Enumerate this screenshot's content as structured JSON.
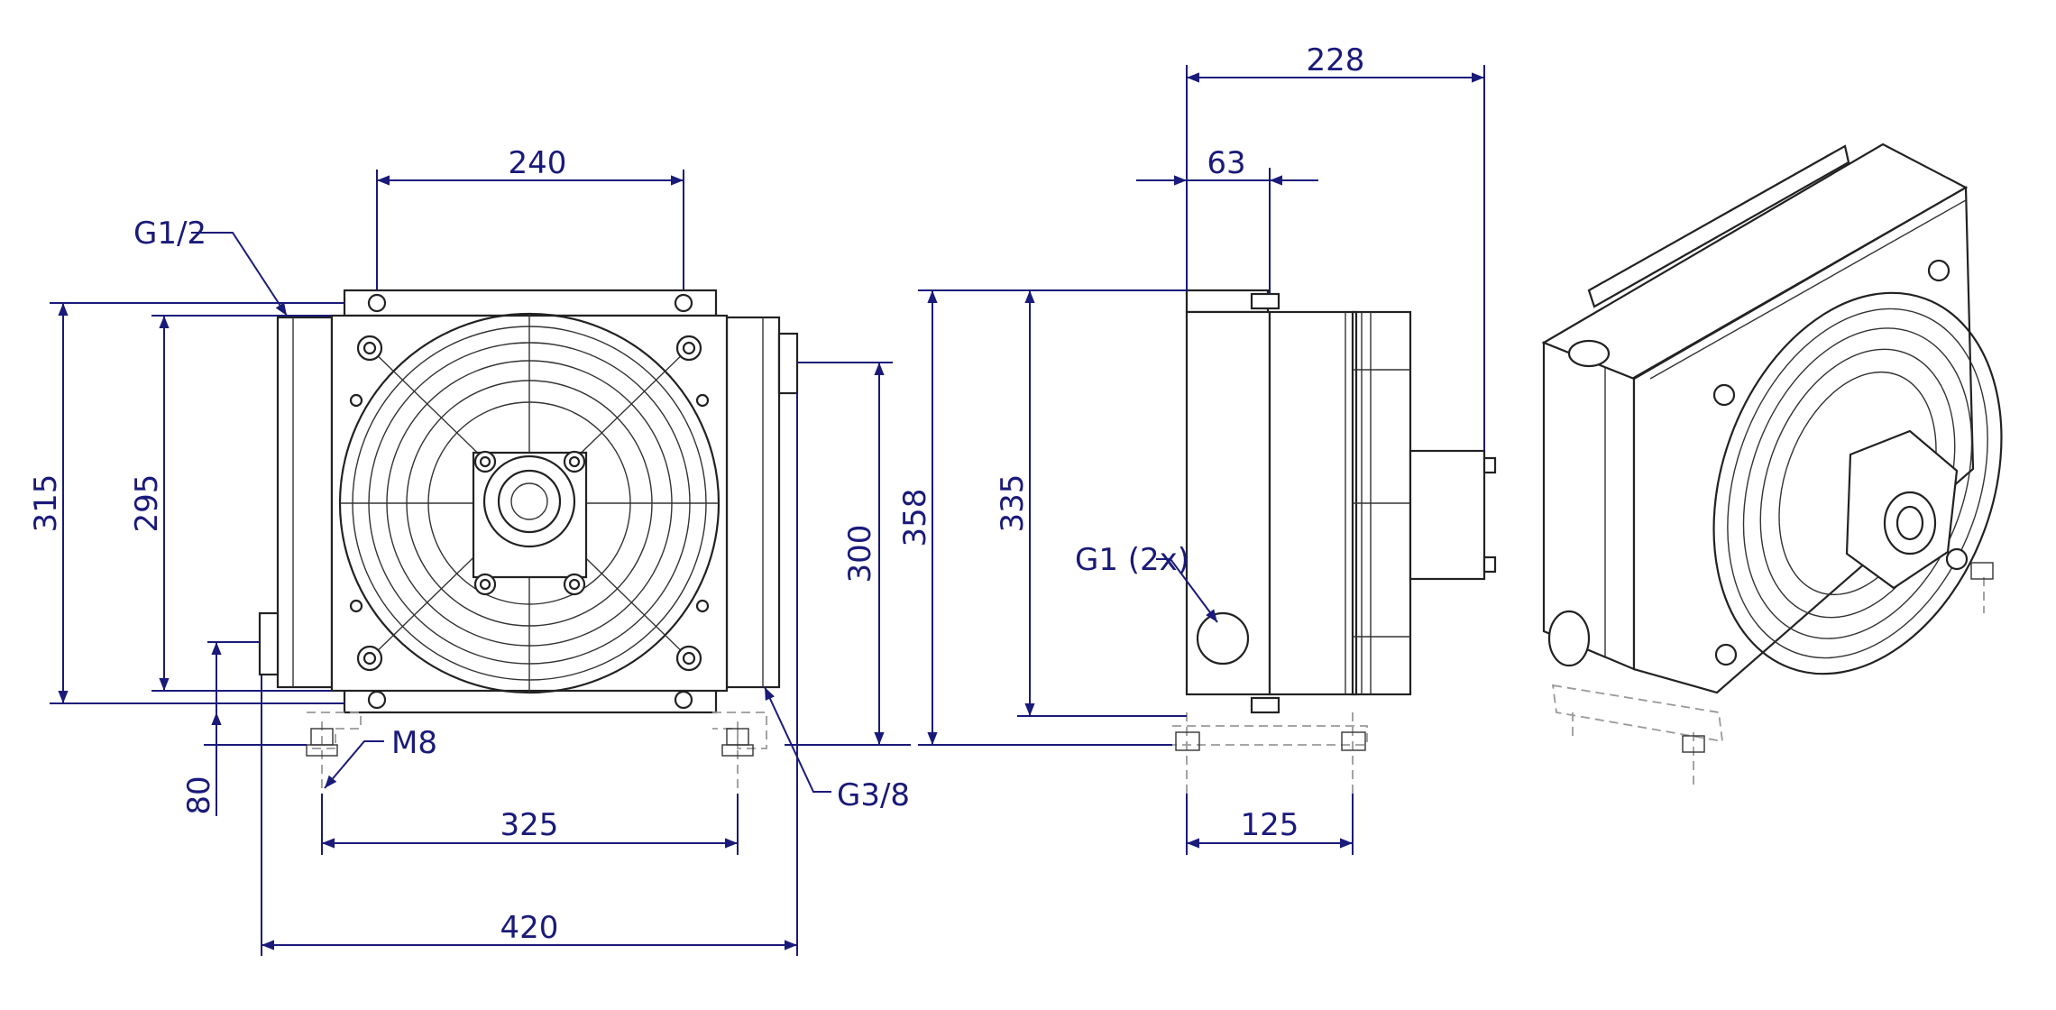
{
  "front_view": {
    "dims": {
      "mount_hole_spacing": "240",
      "fan_side_height": "295",
      "overall_height_315": "315",
      "port_height": "300",
      "foot_height": "80",
      "foot_spacing": "325",
      "overall_width": "420"
    },
    "callouts": {
      "top_port": "G1/2",
      "foot_thread": "M8",
      "drain_port": "G3/8"
    }
  },
  "side_view": {
    "dims": {
      "overall_depth": "228",
      "flange_offset": "63",
      "overall_height": "358",
      "core_height": "335",
      "foot_depth": "125"
    },
    "callouts": {
      "main_port": "G1 (2x)"
    }
  },
  "colors": {
    "dimension": "#1a1a7a",
    "outline": "#222222",
    "hidden": "#999999"
  }
}
